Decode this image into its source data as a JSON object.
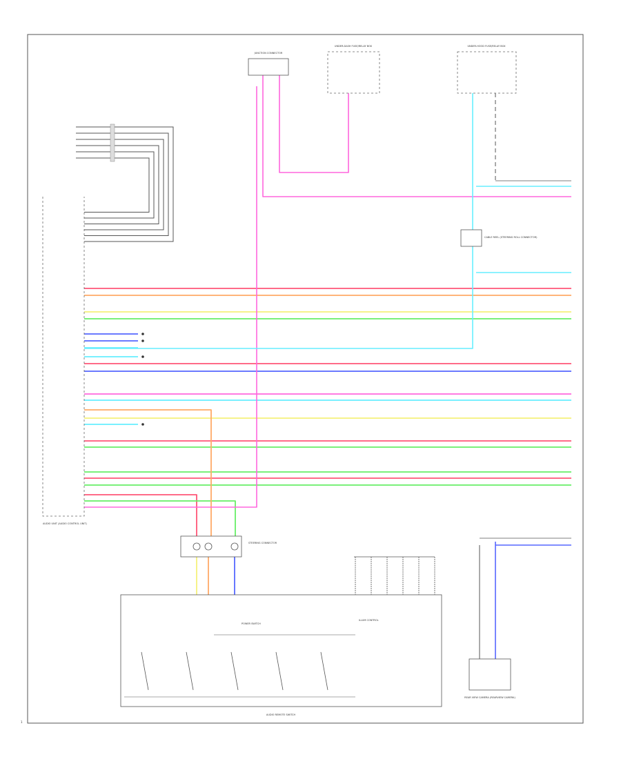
{
  "diagram": {
    "footer_code": "1",
    "components": {
      "audio_unit": {
        "label": "AUDIO UNIT (AUDIO CONTROL UNIT)"
      },
      "audio_remote_switch": {
        "label": "AUDIO REMOTE SWITCH"
      },
      "junction_connector": {
        "label": "JUNCTION CONNECTOR"
      },
      "steering_connector": {
        "label": "STEERING CONNECTOR"
      },
      "fuse_main": {
        "label": "UNDER-DASH FUSE/RELAY BOX"
      },
      "fuse_acc": {
        "label": "UNDER-HOOD FUSE/RELAY BOX"
      },
      "cable_reel": {
        "label": "CABLE REEL (STEERING ROLL CONNECTOR)"
      },
      "rear_camera": {
        "label": "REAR VIEW CAMERA (REARVIEW CAMERA)"
      },
      "illum_control": {
        "label": "ILLUM CONTROL"
      },
      "power_switch": {
        "label": "POWER SWITCH"
      }
    },
    "wire_colors": {
      "pink": "#ff66dd",
      "red": "#ff5577",
      "orange": "#ffaa66",
      "yellow": "#f5f07a",
      "green": "#66ee66",
      "blue": "#5566ff",
      "lightblue": "#66eeff",
      "black": "#555555"
    }
  }
}
